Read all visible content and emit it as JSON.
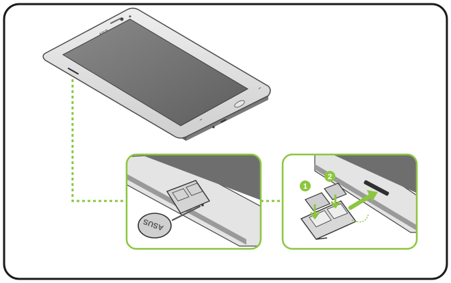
{
  "colors": {
    "frame_border": "#1a1a1a",
    "accent_green": "#8cc63f",
    "phone_body": "#d9d9d9",
    "phone_screen": "#6e6e6e",
    "phone_edge": "#4a4a4a",
    "tray_metal": "#bdbdbd",
    "background": "#ffffff"
  },
  "phone": {
    "brand": "ASUS"
  },
  "eject_tool": {
    "brand": "ASUS"
  },
  "steps": [
    {
      "label": "1",
      "meaning": "insert-nano-sim-card-1"
    },
    {
      "label": "2",
      "meaning": "insert-nano-sim-card-2"
    }
  ],
  "icons": {
    "insert_arrow": "arrow-right-icon",
    "down_arrow": "arrow-down-icon"
  }
}
